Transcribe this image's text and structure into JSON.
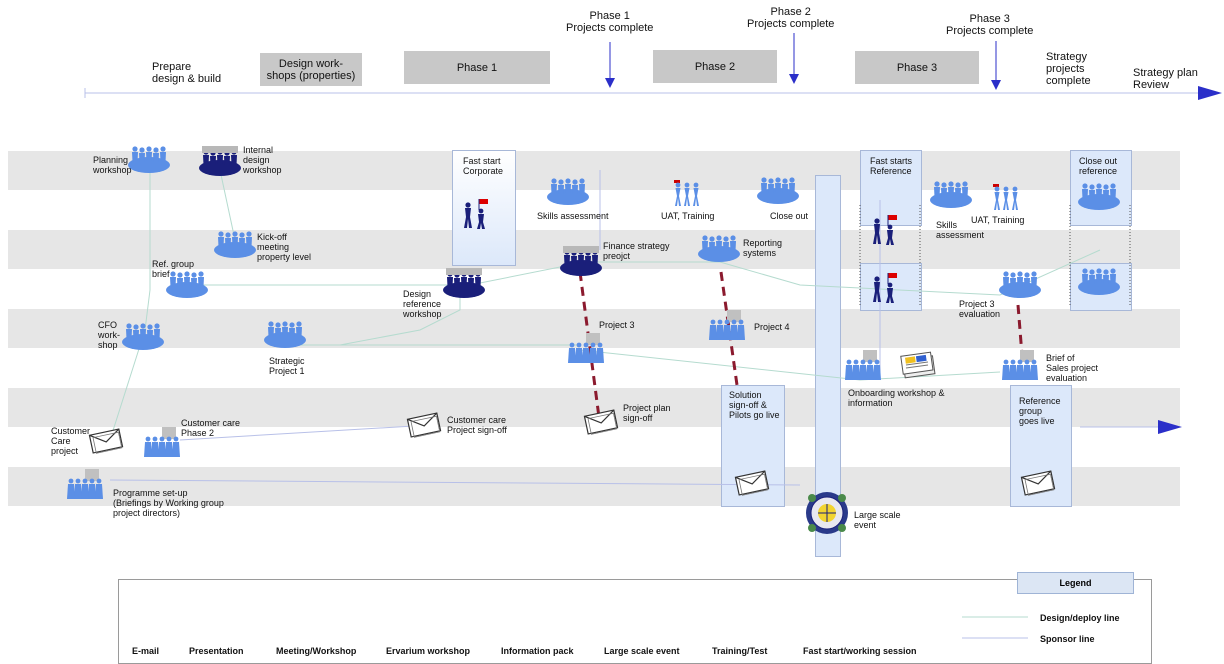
{
  "timeline": {
    "prepare": "Prepare\ndesign & build",
    "design_workshops": "Design work-\nshops (properties)",
    "phase1": "Phase 1",
    "phase2": "Phase 2",
    "phase3": "Phase 3",
    "phase1_complete": "Phase 1\nProjects complete",
    "phase2_complete": "Phase 2\nProjects complete",
    "phase3_complete": "Phase 3\nProjects complete",
    "strategy_complete": "Strategy\nprojects\ncomplete",
    "strategy_review": "Strategy plan\nReview"
  },
  "nodes": {
    "planning_workshop": "Planning\nworkshop",
    "internal_design_workshop": "Internal\ndesign\nworkshop",
    "kickoff_meeting": "Kick-off\nmeeting\nproperty level",
    "ref_group_brief": "Ref. group\nbrief",
    "cfo_workshop": "CFO\nwork-\nshop",
    "strategic_project1": "Strategic\nProject 1",
    "design_reference_workshop": "Design\nreference\nworkshop",
    "fast_start_corporate": "Fast start\nCorporate",
    "skills_assessment": "Skills assessment",
    "finance_strategy": "Finance strategy\npreojct",
    "uat_training": "UAT, Training",
    "close_out": "Close out",
    "reporting_systems": "Reporting\nsystems",
    "project3": "Project 3",
    "project4": "Project 4",
    "project_plan_signoff": "Project plan\nsign-off",
    "customer_care_signoff": "Customer care\nProject sign-off",
    "customer_care_project": "Customer\nCare\nproject",
    "customer_care_phase2": "Customer care\nPhase 2",
    "programme_setup": "Programme set-up\n(Briefings by Working group\nproject directors)",
    "solution_signoff": "Solution\nsign-off &\nPilots go live",
    "large_scale_event": "Large scale\nevent",
    "fast_starts_reference": "Fast starts\nReference",
    "skills_assessment2": "Skills\nassessment",
    "uat_training2": "UAT, Training",
    "close_out_reference": "Close out\nreference",
    "project3_evaluation": "Project 3\nevaluation",
    "onboarding_workshop": "Onboarding workshop &\ninformation",
    "brief_sales_project": "Brief of\nSales project\nevaluation",
    "reference_group_live": "Reference\ngroup\ngoes live"
  },
  "legend": {
    "title": "Legend",
    "email": "E-mail",
    "presentation": "Presentation",
    "meeting_workshop": "Meeting/Workshop",
    "ervarium_workshop": "Ervarium workshop",
    "information_pack": "Information pack",
    "large_scale_event": "Large scale event",
    "training_test": "Training/Test",
    "fast_start_session": "Fast start/working session",
    "design_deploy_line": "Design/deploy line",
    "sponsor_line": "Sponsor line"
  },
  "colors": {
    "meeting_blue": "#5b8fe6",
    "ervarium_navy": "#1a1f7a",
    "band_gray": "#e6e6e6",
    "arrow_blue": "#2b2fc9",
    "dashed_red": "#8b1a2e",
    "design_line_green": "#a8d8c8",
    "sponsor_line_blue": "#a8b8e8",
    "highlight_panel": "#dce8fa"
  },
  "icon_types": [
    "email-icon",
    "presentation-icon",
    "meeting-icon",
    "ervarium-icon",
    "info-pack-icon",
    "globe-icon",
    "training-icon",
    "fast-start-icon"
  ]
}
